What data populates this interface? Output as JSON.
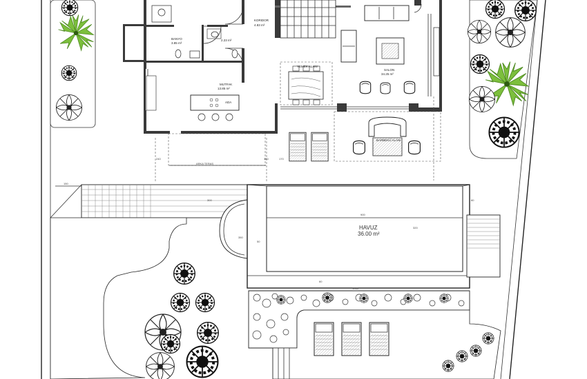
{
  "rooms": {
    "corridor": {
      "name": "KORIDOR",
      "area": "4.83 m²"
    },
    "bathroom": {
      "name": "BANYO",
      "area": "3.85 m²"
    },
    "wc": {
      "name": "",
      "area": "2.23 m²"
    },
    "kitchen": {
      "name": "MUTFAK",
      "area": "13.85 m²"
    },
    "living": {
      "name": "SALON",
      "area": "34.25 m²"
    },
    "dining": {
      "name": "YEMEK ALANI",
      "area": ""
    },
    "island": {
      "name": "ADA"
    },
    "bbq": {
      "name": "BARBEKÜ ALANI"
    },
    "pool": {
      "name": "HAVUZ",
      "area": "36.00 m²"
    }
  },
  "dimensions": {
    "d150": "150",
    "d300": "300",
    "d350": "350",
    "d240": "240",
    "d140": "140",
    "d170": "170",
    "d200": "200",
    "d80": "80",
    "d50": "50",
    "d900": "900",
    "d1065": "1065",
    "terrace": "ARKA TERAS",
    "d60": "60",
    "d320": "320"
  },
  "colors": {
    "wall": "#3a3a3a",
    "line": "#222222",
    "palm": "#7cbf3c",
    "paper": "#ffffff"
  },
  "icons": {
    "palm": "palm-tree-icon",
    "shrub": "round-shrub-icon",
    "flower": "flower-bush-icon"
  }
}
